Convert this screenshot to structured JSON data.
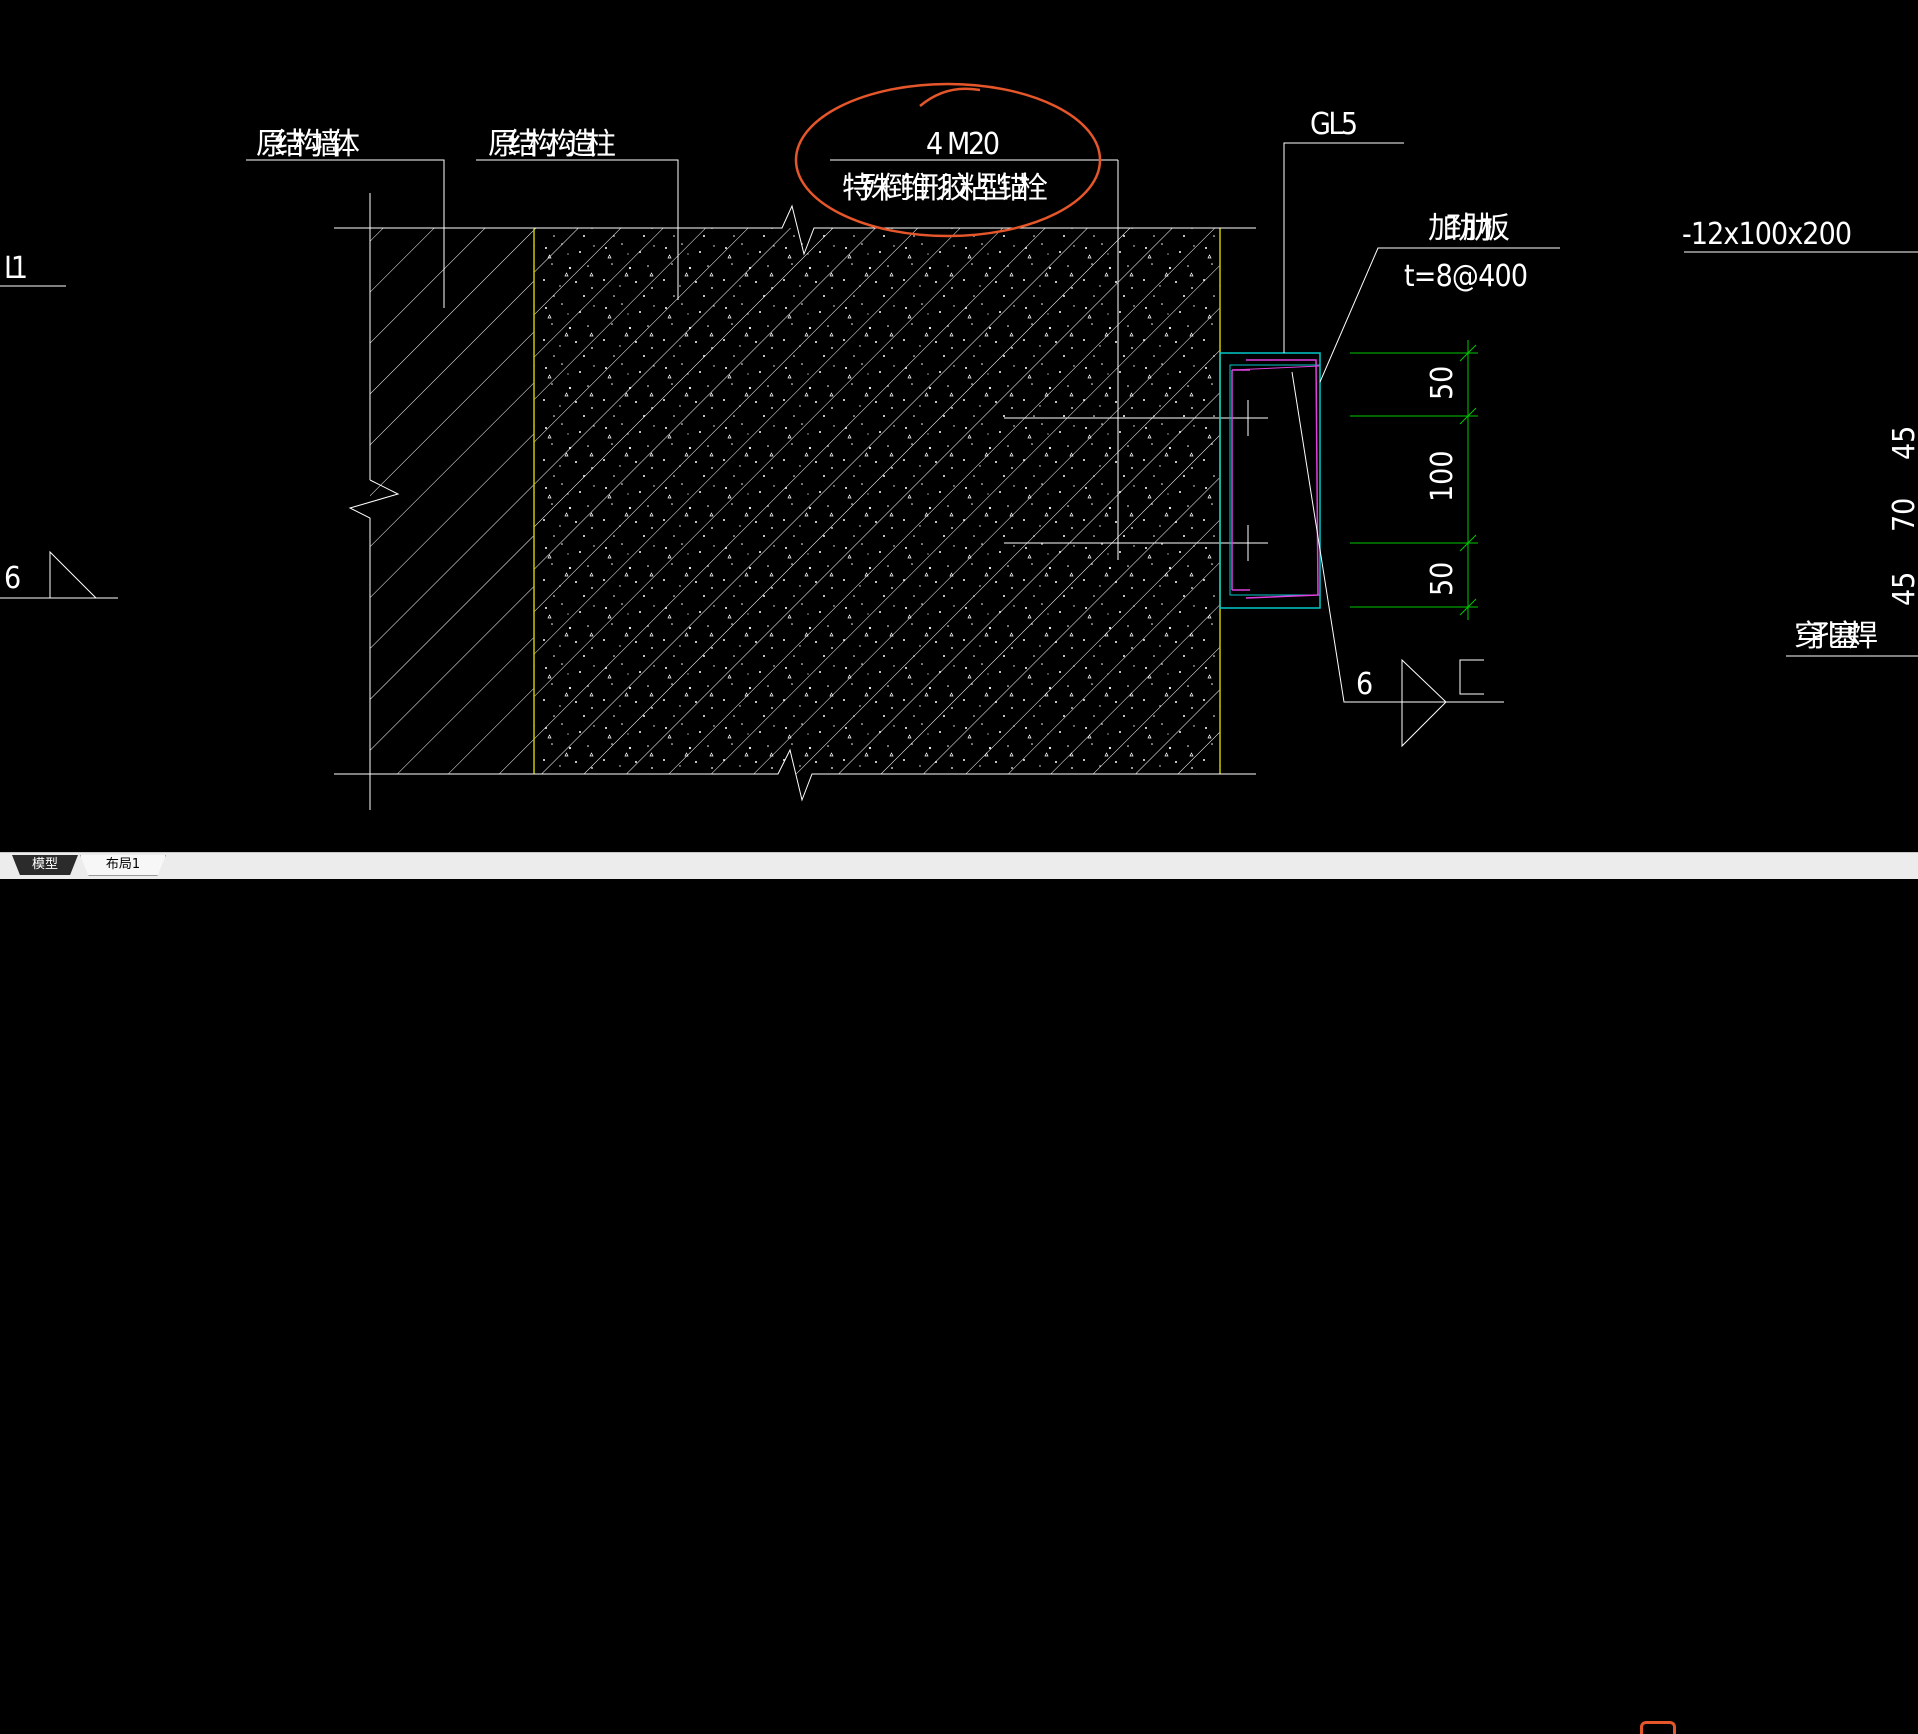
{
  "drawing": {
    "labels": {
      "original_wall": "原结构墙体",
      "original_column": "原结构构造柱",
      "anchor_count": "4 M20",
      "anchor_type": "特殊倒锥形胶粘型锚栓",
      "gl5": "GL5",
      "stiffener": "加劲肋板",
      "stiffener_spec": "t=8@400",
      "plate_spec": "-12x100x200",
      "l1": "L1",
      "weld_left": "6",
      "weld_right": "6",
      "plug_weld": "穿孔塞焊",
      "dim_top": "50",
      "dim_mid": "100",
      "dim_bottom": "50",
      "dim_r1": "45",
      "dim_r2": "70",
      "dim_r3": "45"
    },
    "colors": {
      "background": "#000000",
      "line": "#ffffff",
      "column_edge": "#c8c800",
      "dimension": "#00c800",
      "steel_cyan": "#00c8c8",
      "steel_magenta": "#e040e0",
      "annotation_circle": "#e5562a"
    }
  },
  "tabs": [
    {
      "label": "模型",
      "active": true
    },
    {
      "label": "布局1",
      "active": false
    }
  ]
}
